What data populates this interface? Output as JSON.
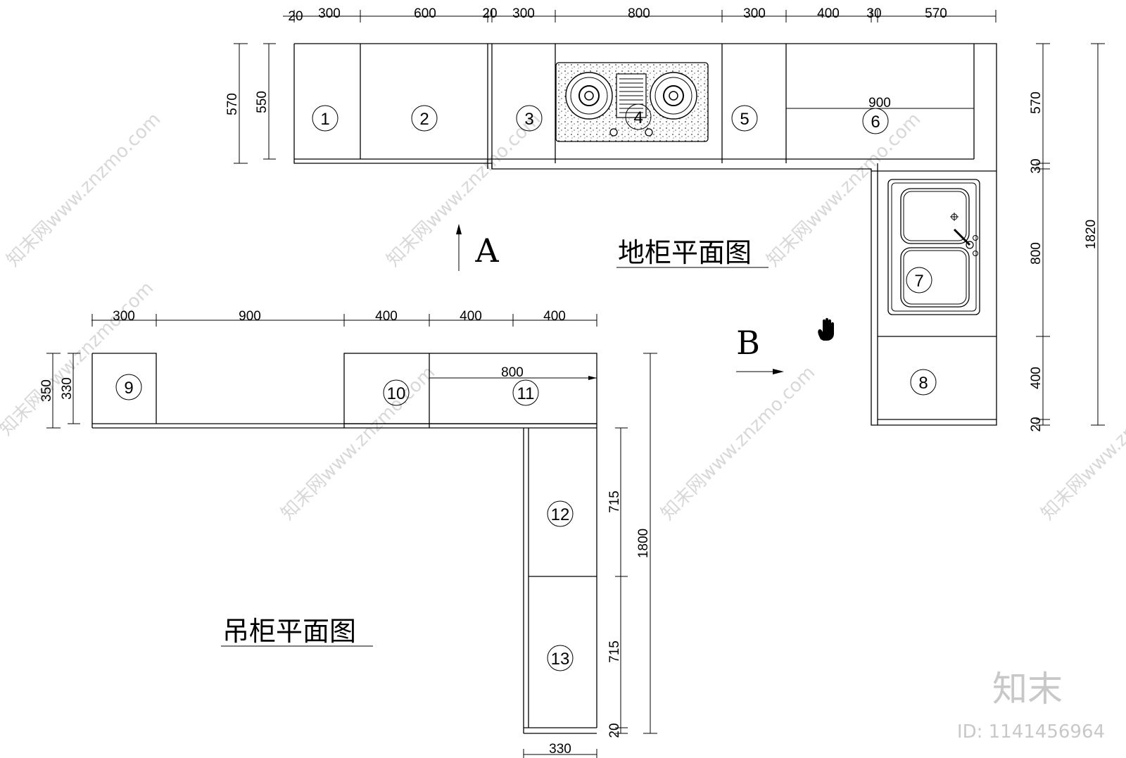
{
  "titles": {
    "base": "地柜平面图",
    "wall": "吊柜平面图"
  },
  "view_labels": {
    "a": "A",
    "b": "B"
  },
  "base_top_dims": [
    "20",
    "300",
    "600",
    "20",
    "300",
    "800",
    "300",
    "400",
    "30",
    "570"
  ],
  "base_left_dims": [
    "570",
    "550"
  ],
  "base_right_dims": [
    "570",
    "30",
    "800",
    "400",
    "20",
    "1820"
  ],
  "base_inner_dim": "900",
  "base_numbers": [
    "1",
    "2",
    "3",
    "4",
    "5",
    "6",
    "7",
    "8"
  ],
  "wall_top_dims": [
    "300",
    "900",
    "400",
    "400",
    "400"
  ],
  "wall_left_dims": [
    "350",
    "330"
  ],
  "wall_inner_dim": "800",
  "wall_right_dims": [
    "715",
    "715",
    "20",
    "1800"
  ],
  "wall_bottom_dim": "330",
  "wall_numbers": [
    "9",
    "10",
    "11",
    "12",
    "13"
  ],
  "watermark_text": "知末网www.znzmo.com",
  "brand": {
    "name": "知末",
    "id": "ID: 1141456964"
  }
}
